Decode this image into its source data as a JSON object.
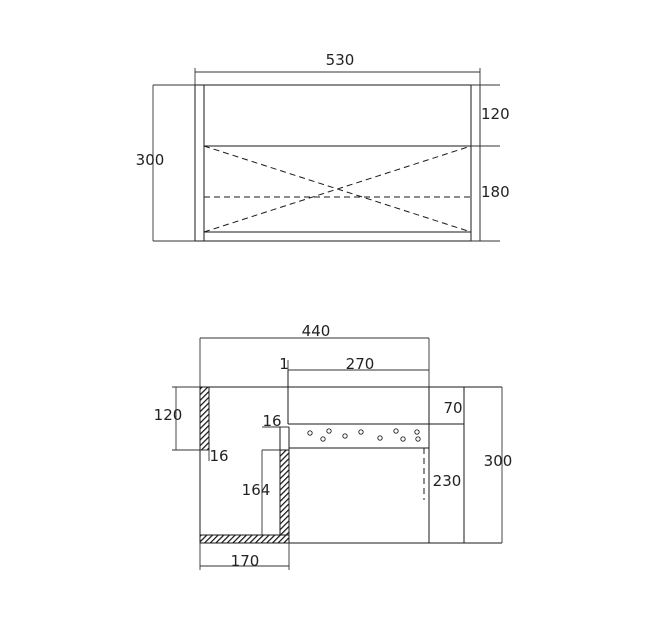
{
  "front_view": {
    "width_label": "530",
    "height_label": "300",
    "top_section_label": "120",
    "bottom_section_label": "180"
  },
  "section_view": {
    "overall_width_label": "440",
    "one_label": "1",
    "basin_width_label": "270",
    "left_wall_height_label": "120",
    "wall_thickness_label": "16",
    "step_thickness_label": "16",
    "inner_height_label": "164",
    "base_width_label": "170",
    "rim_label": "70",
    "inner_right_label": "230",
    "overall_height_label": "300"
  }
}
